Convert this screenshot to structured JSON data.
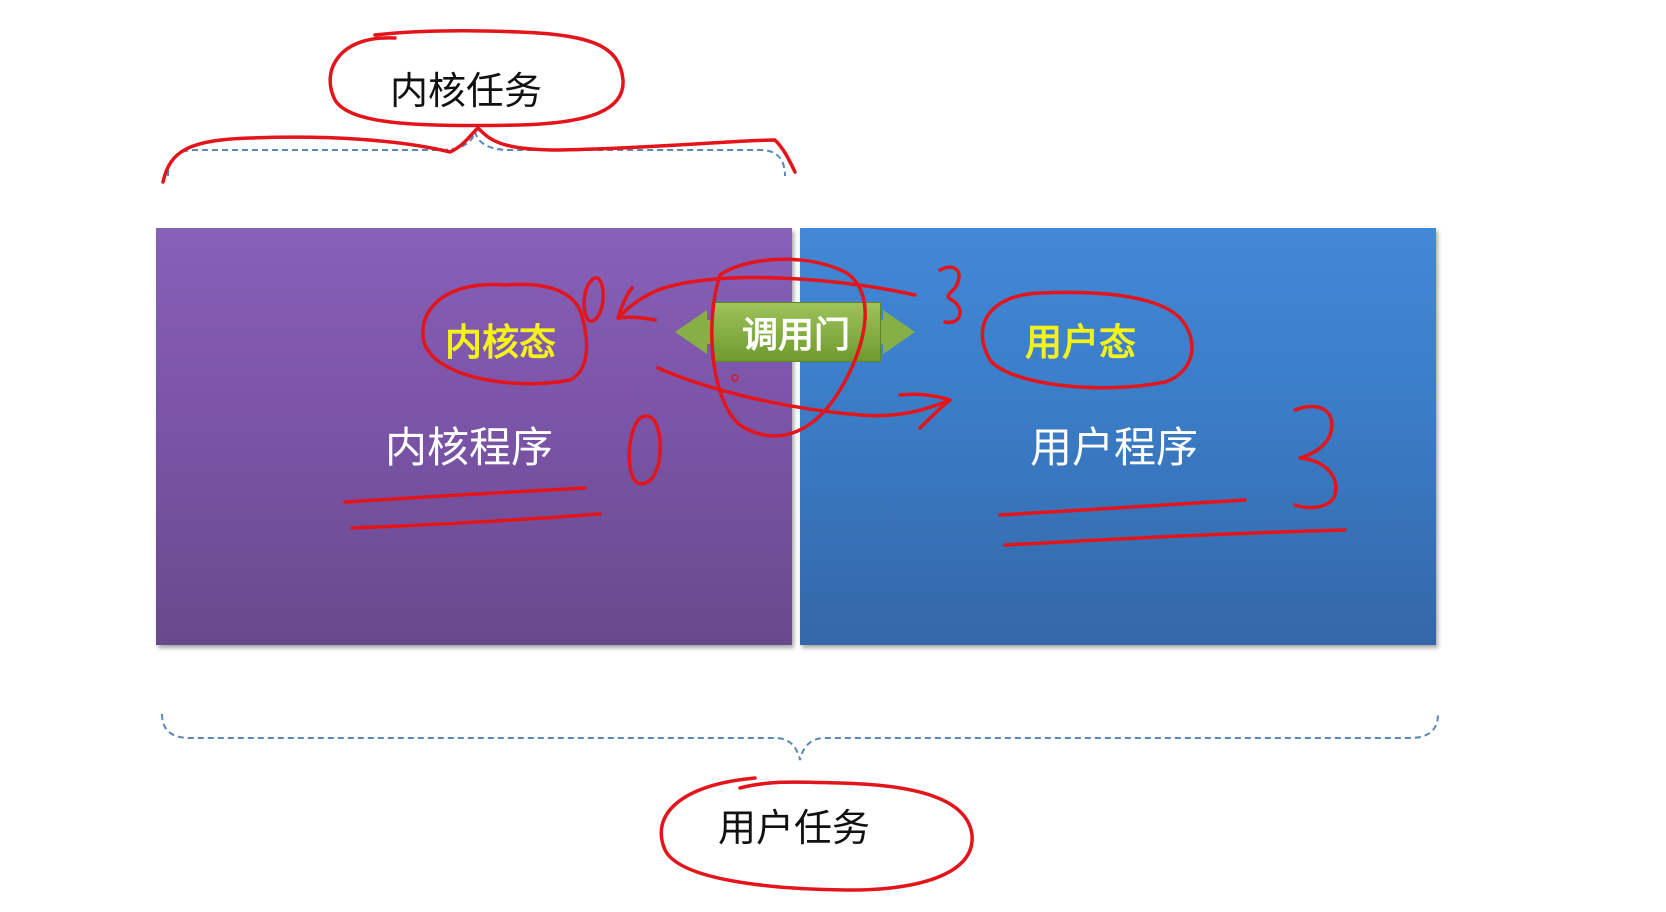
{
  "diagram": {
    "kernel_task": "内核任务",
    "user_task": "用户任务",
    "kernel_state": "内核态",
    "user_state": "用户态",
    "kernel_program": "内核程序",
    "user_program": "用户程序",
    "call_gate": "调用门",
    "annotations": {
      "kernel_level": "0",
      "user_level": "3"
    }
  },
  "colors": {
    "kernel_panel": "#7b54a8",
    "user_panel": "#3a7cc6",
    "state_text": "#f4f21a",
    "gate": "#84ad44",
    "ink": "#e3151b",
    "brace": "#5b86b8"
  }
}
